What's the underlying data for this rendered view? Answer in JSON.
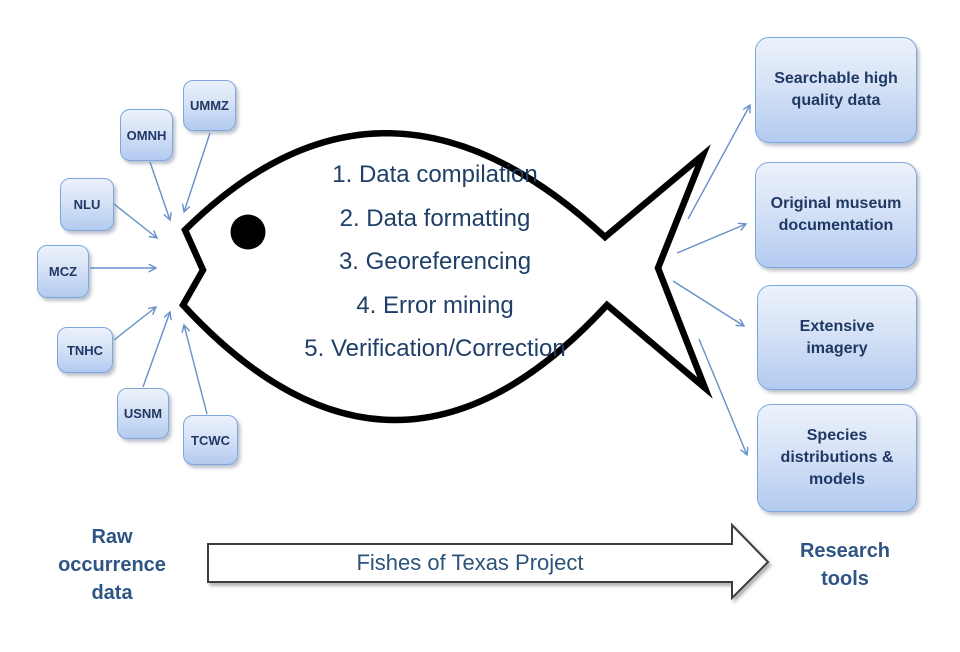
{
  "colors": {
    "connector": "#6690c8",
    "fish_outline": "#000000",
    "box_border": "#7ea6dc",
    "box_text": "#1f3864",
    "step_text": "#1f3f68",
    "caption_text": "#2e5584",
    "process_arrow_border": "#3d3d3d",
    "process_arrow_fill": "#ffffff",
    "process_arrow_text": "#2c5379"
  },
  "sources": [
    {
      "label": "UMMZ"
    },
    {
      "label": "OMNH"
    },
    {
      "label": "NLU"
    },
    {
      "label": "MCZ"
    },
    {
      "label": "TNHC"
    },
    {
      "label": "USNM"
    },
    {
      "label": "TCWC"
    }
  ],
  "steps": [
    "1. Data compilation",
    "2. Data formatting",
    "3. Georeferencing",
    "4. Error mining",
    "5. Verification/Correction"
  ],
  "outputs": [
    {
      "label": "Searchable high\nquality data"
    },
    {
      "label": "Original museum\ndocumentation"
    },
    {
      "label": "Extensive\nimagery"
    },
    {
      "label": "Species\ndistributions &\nmodels"
    }
  ],
  "left_caption": "Raw\noccurrence\ndata",
  "right_caption": "Research\ntools",
  "process_arrow_label": "Fishes of Texas Project"
}
